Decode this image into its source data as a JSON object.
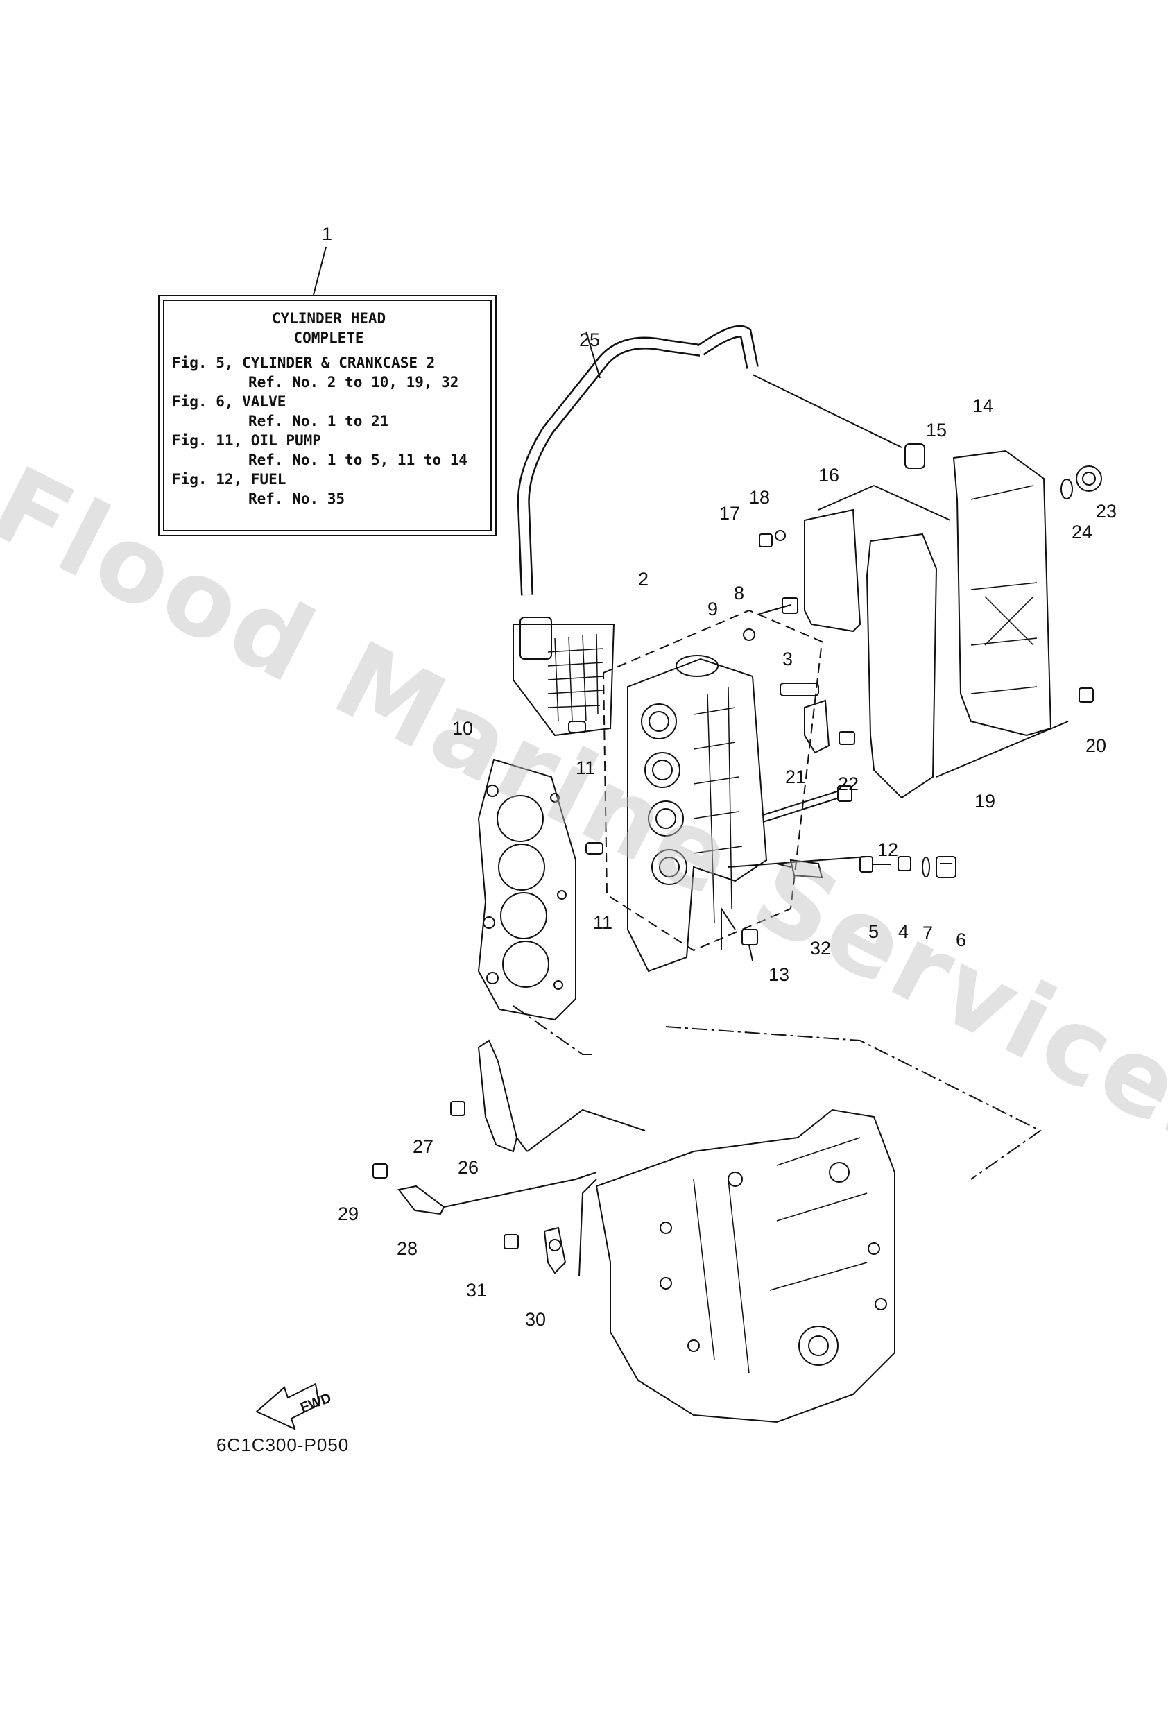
{
  "watermark": "Flood Marine Services",
  "callout": {
    "ref": "1",
    "title_line1": "CYLINDER HEAD",
    "title_line2": "COMPLETE",
    "lines": [
      {
        "text": "Fig. 5, CYLINDER & CRANKCASE 2",
        "indent": false
      },
      {
        "text": "Ref. No. 2 to 10, 19, 32",
        "indent": true
      },
      {
        "text": "Fig. 6, VALVE",
        "indent": false
      },
      {
        "text": "Ref. No. 1 to 21",
        "indent": true
      },
      {
        "text": "Fig. 11, OIL PUMP",
        "indent": false
      },
      {
        "text": "Ref. No. 1 to 5, 11 to 14",
        "indent": true
      },
      {
        "text": "Fig. 12, FUEL",
        "indent": false
      },
      {
        "text": "Ref. No. 35",
        "indent": true
      }
    ]
  },
  "part_numbers": [
    "1",
    "2",
    "3",
    "4",
    "5",
    "6",
    "7",
    "8",
    "9",
    "10",
    "11",
    "11",
    "12",
    "13",
    "14",
    "15",
    "16",
    "17",
    "18",
    "19",
    "20",
    "21",
    "22",
    "23",
    "24",
    "25",
    "26",
    "27",
    "28",
    "29",
    "30",
    "31",
    "32"
  ],
  "fwd_label": "FWD",
  "diagram_code": "6C1C300-P050"
}
